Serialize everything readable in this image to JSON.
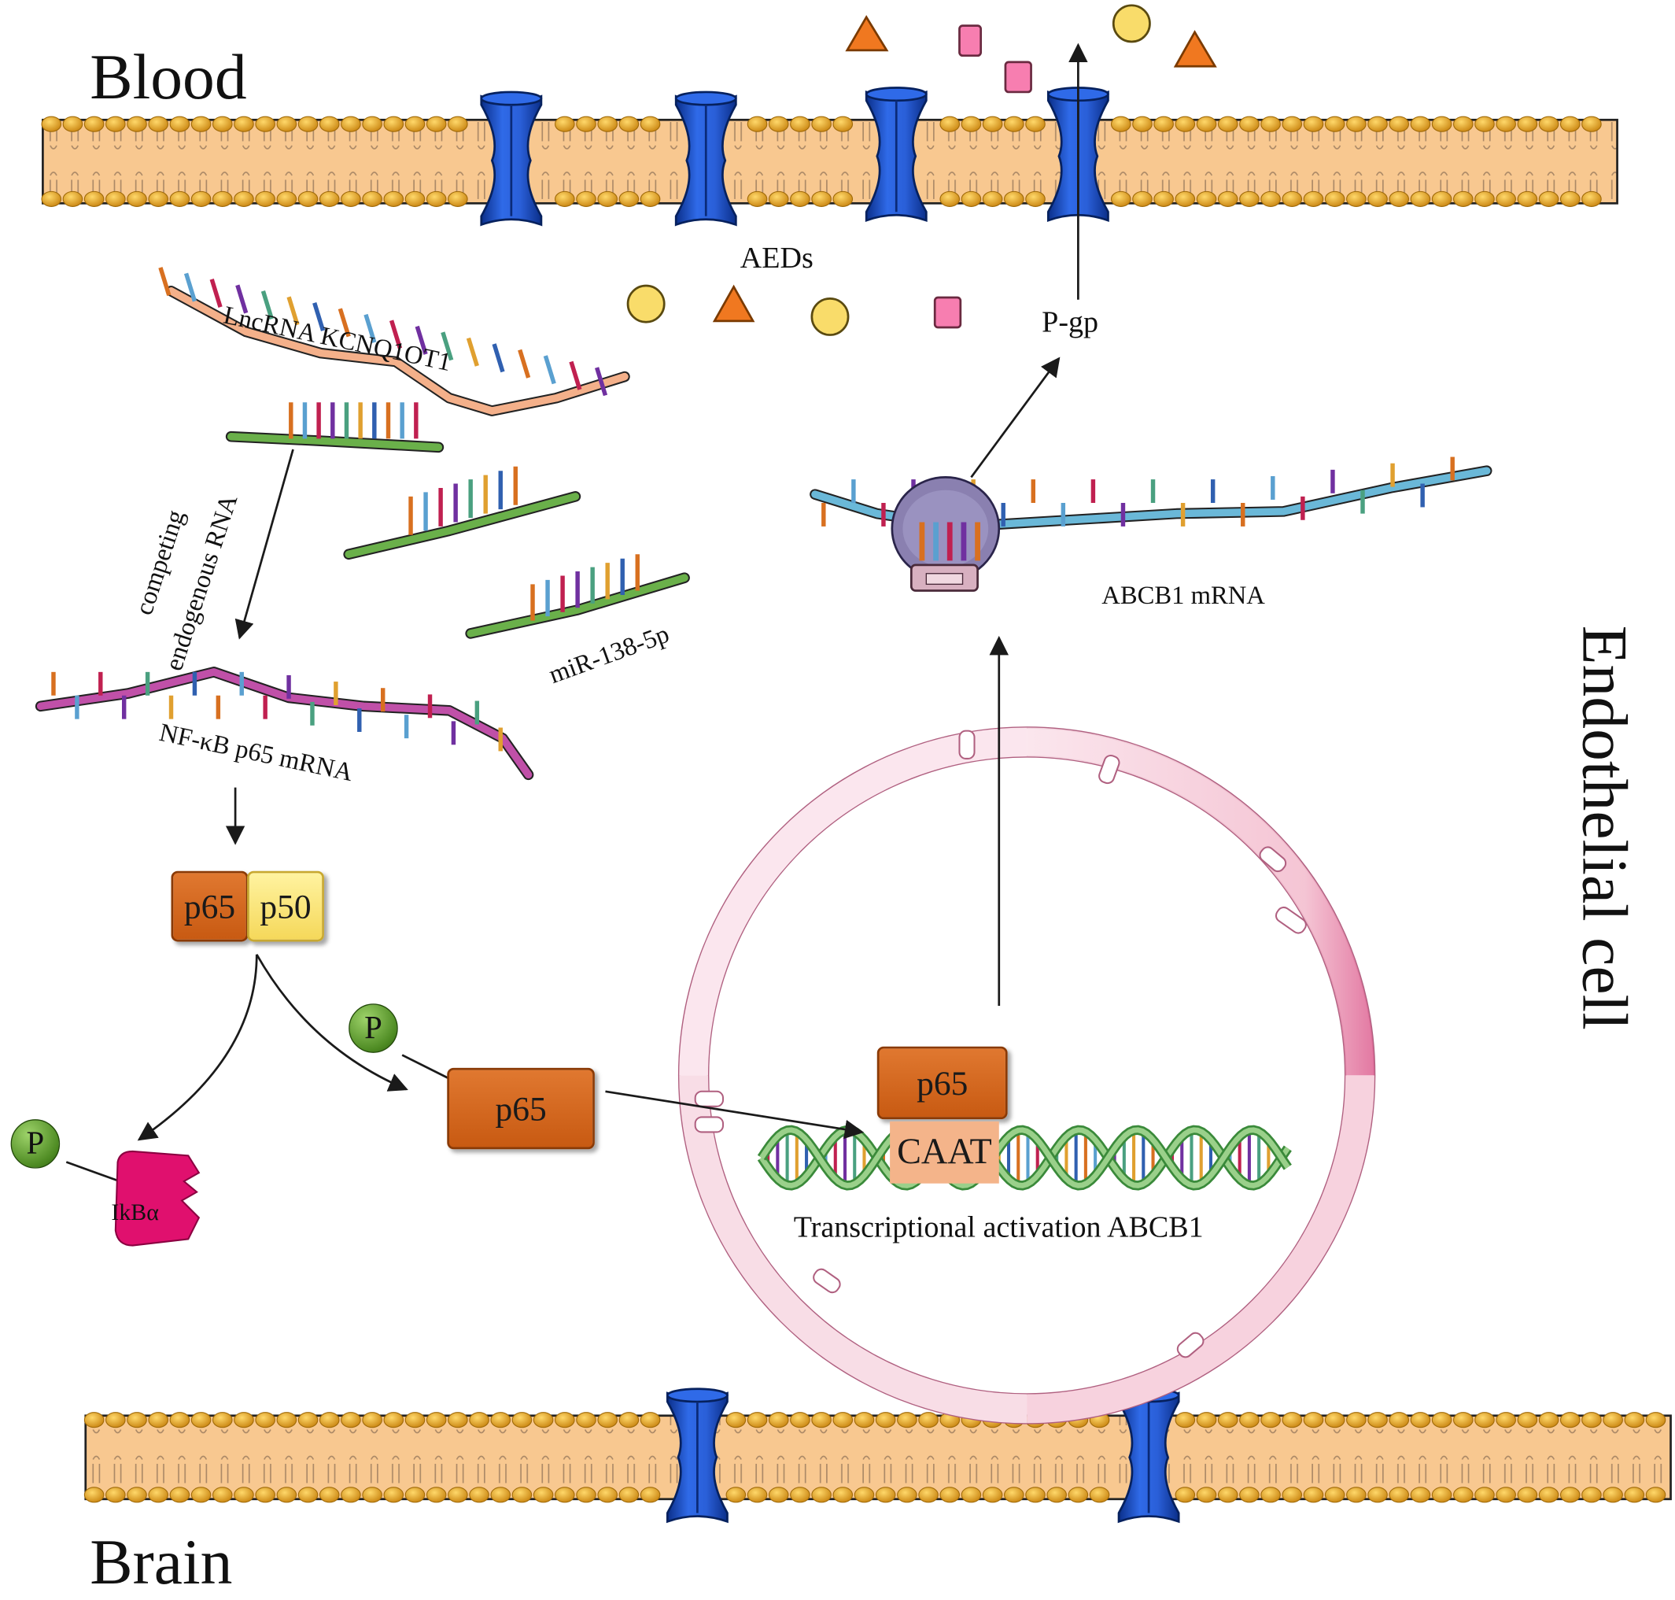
{
  "labels": {
    "blood": "Blood",
    "brain": "Brain",
    "endothelial_cell": "Endothelial cell",
    "aeds": "AEDs",
    "pgp": "P-gp",
    "lncrna": "LncRNA KCNQ1OT1",
    "competing_line1": "competing",
    "competing_line2": "endogenous RNA",
    "mirna": "miR-138-5p",
    "nfkb_mrna": "NF-κB p65  mRNA",
    "abcb1_mrna": "ABCB1 mRNA",
    "p65": "p65",
    "p50": "p50",
    "p_letter": "P",
    "ikba": "IkBα",
    "caat": "CAAT",
    "transcription": "Transcriptional activation ABCB1"
  },
  "colors": {
    "membrane_fill": "#f8c890",
    "lipid_head": "#e8a62a",
    "channel": "#1a4fc8",
    "p65": "#d0661a",
    "p50": "#f7e27a",
    "phospho": "#4d8a22",
    "ikba": "#e0106e",
    "caat_box": "#f4b48a",
    "nucleus": "#f5b8cc",
    "triangle_drug": "#f07820",
    "circle_drug": "#f9dc6a",
    "square_drug": "#f77eb0"
  },
  "icons": [
    "lipid-bilayer",
    "efflux-channel-icon",
    "triangle-drug-icon",
    "circle-drug-icon",
    "square-drug-icon",
    "rna-strand",
    "ribosome-icon",
    "dna-helix",
    "nucleus-envelope",
    "ikba-icon"
  ]
}
